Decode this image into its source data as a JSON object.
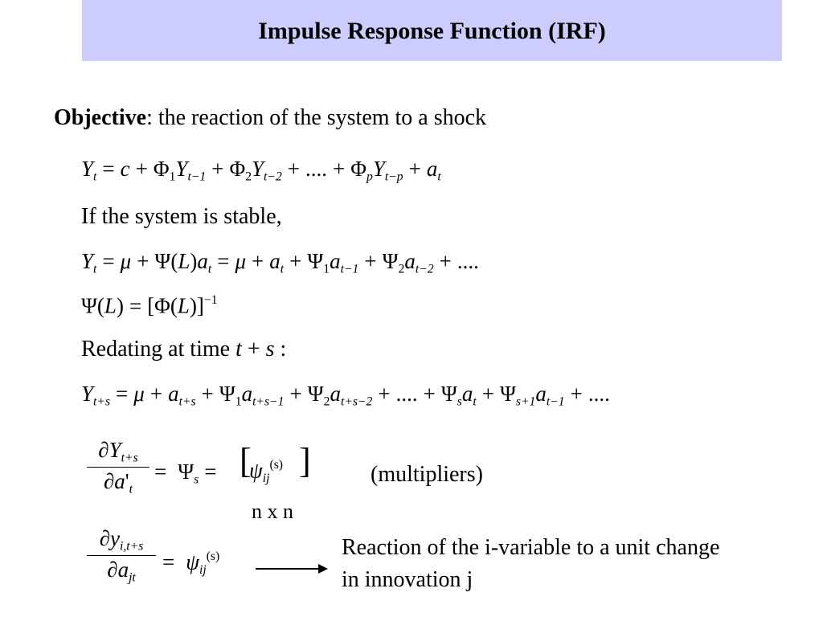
{
  "title": "Impulse Response Function (IRF)",
  "objective": {
    "label": "Objective",
    "text": ": the reaction of the system to a shock"
  },
  "lines": {
    "if_stable": "If the system is stable,",
    "redating": "Redating at time",
    "multipliers": "(multipliers)",
    "dimension": "n x n",
    "reaction_line1": "Reaction of the i-variable to a unit change",
    "reaction_line2": "in innovation j"
  }
}
